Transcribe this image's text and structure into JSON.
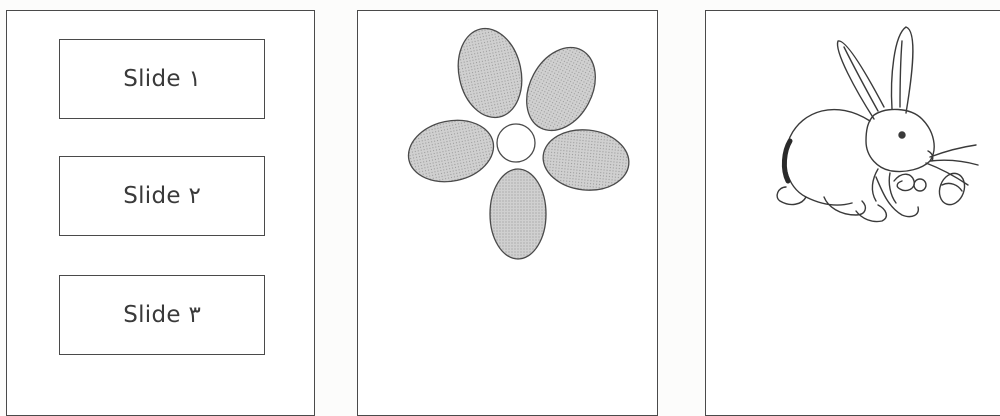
{
  "slides": [
    {
      "label": "Slide ١"
    },
    {
      "label": "Slide ٢"
    },
    {
      "label": "Slide ٣"
    }
  ],
  "colors": {
    "border": "#4a4a4a",
    "petal_fill": "#c8c8c8",
    "ink": "#3a3a3a"
  },
  "pictures": {
    "flower": "flower-illustration",
    "rabbit": "rabbit-illustration"
  }
}
